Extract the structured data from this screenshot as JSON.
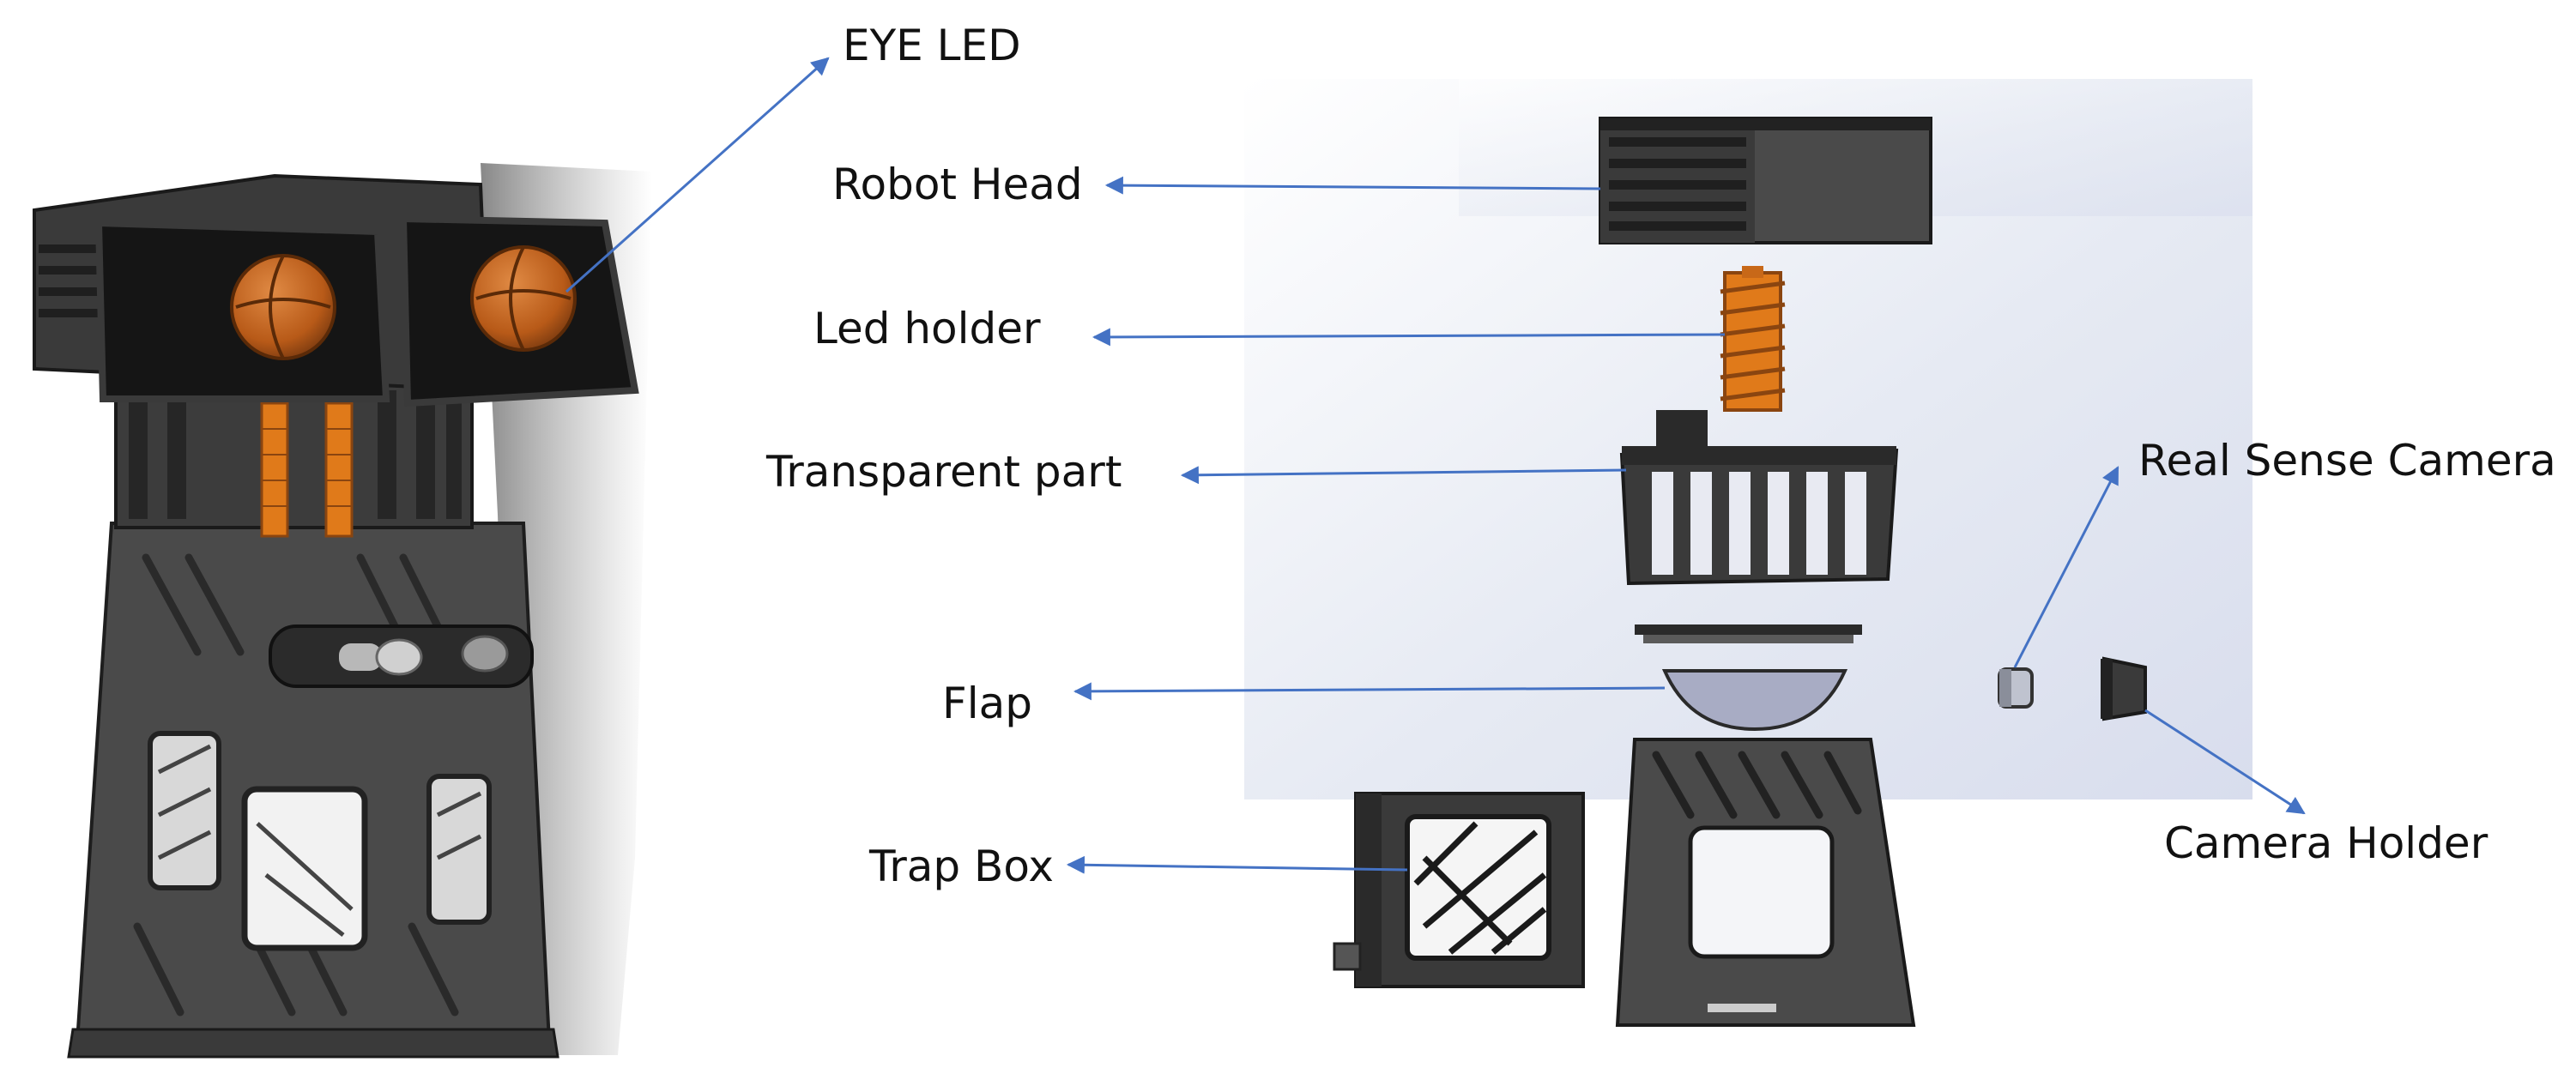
{
  "labels": {
    "eye_led": "EYE LED",
    "robot_head": "Robot Head",
    "led_holder": "Led holder",
    "transparent_part": "Transparent part",
    "flap": "Flap",
    "trap_box": "Trap Box",
    "real_sense_camera": "Real Sense Camera",
    "camera_holder": "Camera Holder"
  },
  "colors": {
    "arrow": "#4472c4",
    "body_dark": "#3a3a3a",
    "body_mid": "#5a5a5a",
    "body_light": "#7a7a7a",
    "eye_orange": "#c8641e",
    "led_orange": "#e07a1a",
    "flap_fill": "#a8acc4",
    "backdrop": "#e4e8f2"
  }
}
